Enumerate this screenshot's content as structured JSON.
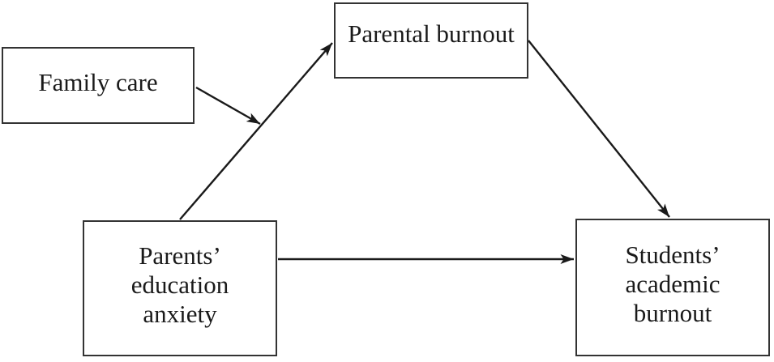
{
  "diagram": {
    "type": "path-diagram",
    "nodes": {
      "family_care": {
        "label": "Family care"
      },
      "parental_burnout": {
        "label": "Parental burnout"
      },
      "parents_education_anxiety": {
        "label": "Parents’\neducation\nanxiety"
      },
      "students_academic_burnout": {
        "label": "Students’\nacademic\nburnout"
      }
    },
    "edges": [
      {
        "from": "Family care",
        "to": "path: Parents’ education anxiety → Parental burnout",
        "style": "arrow"
      },
      {
        "from": "Parents’ education anxiety",
        "to": "Parental burnout",
        "style": "arrow"
      },
      {
        "from": "Parental burnout",
        "to": "Students’ academic burnout",
        "style": "arrow"
      },
      {
        "from": "Parents’ education anxiety",
        "to": "Students’ academic burnout",
        "style": "arrow"
      }
    ]
  },
  "colors": {
    "line": "#1a1a1a",
    "border": "#333333",
    "text": "#1a1a1a",
    "background": "#ffffff"
  }
}
